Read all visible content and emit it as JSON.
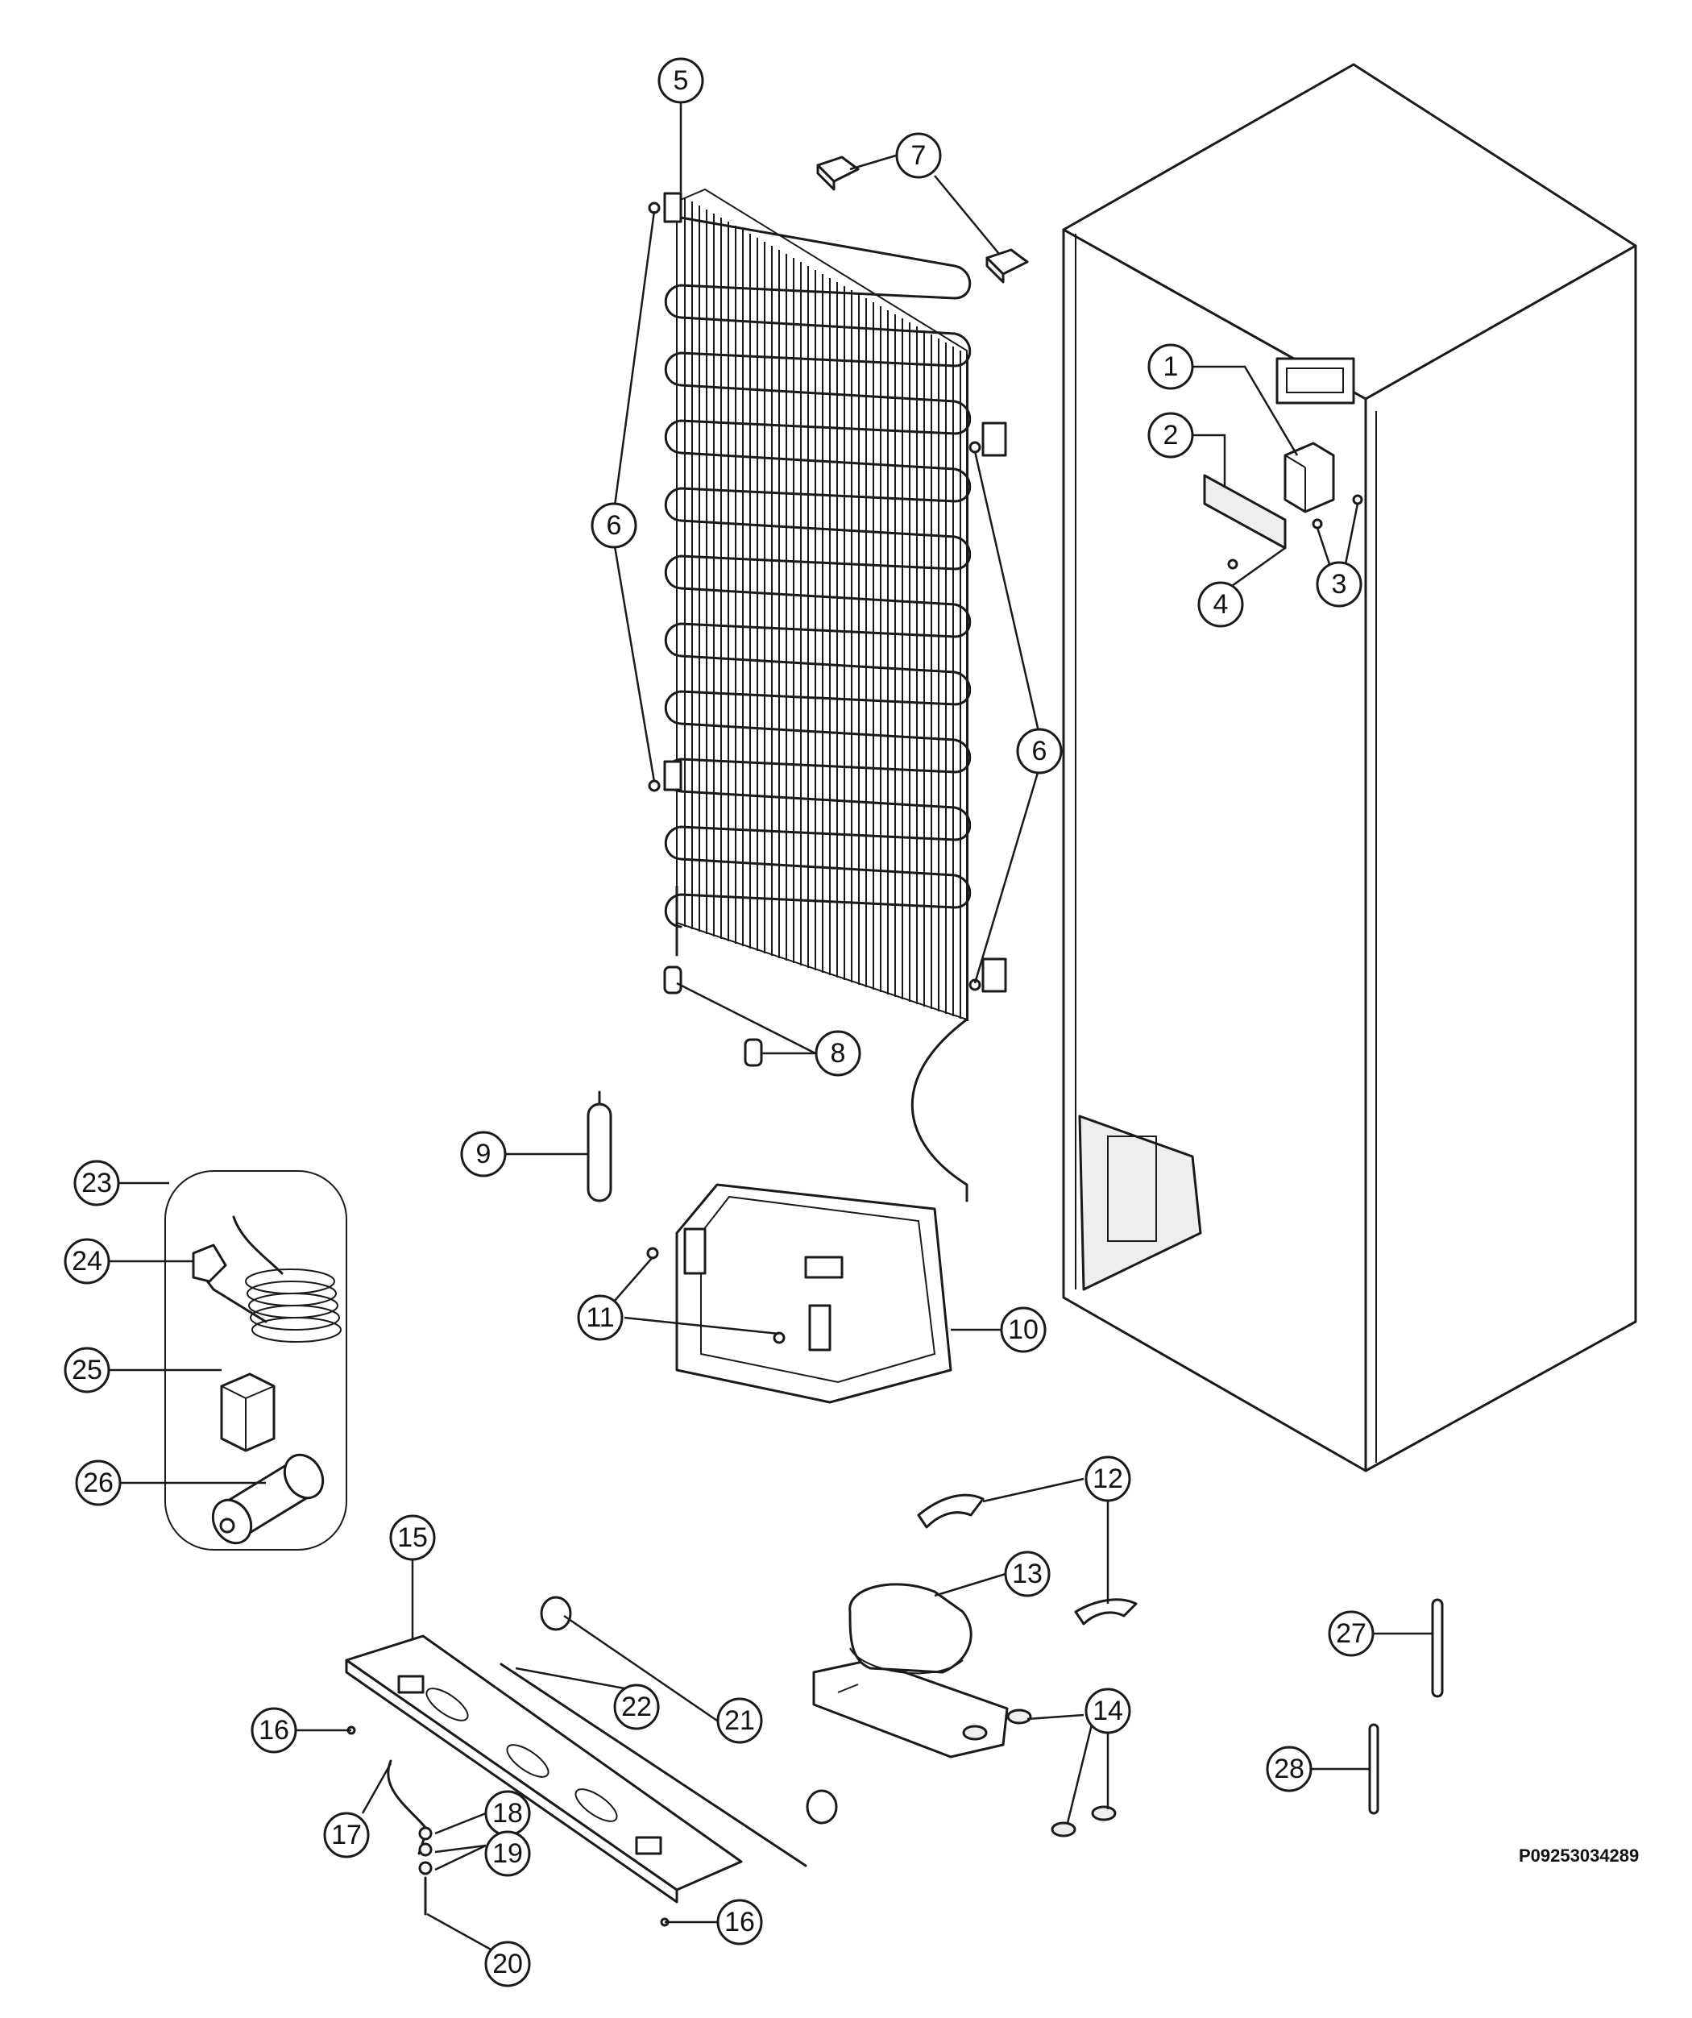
{
  "diagram": {
    "type": "exploded-parts-diagram",
    "reference_code": "P09253034289",
    "callouts": [
      "1",
      "2",
      "3",
      "4",
      "5",
      "6",
      "6",
      "7",
      "8",
      "9",
      "10",
      "11",
      "12",
      "13",
      "14",
      "15",
      "16",
      "16",
      "17",
      "18",
      "19",
      "20",
      "21",
      "22",
      "23",
      "24",
      "25",
      "26",
      "27",
      "28"
    ]
  }
}
